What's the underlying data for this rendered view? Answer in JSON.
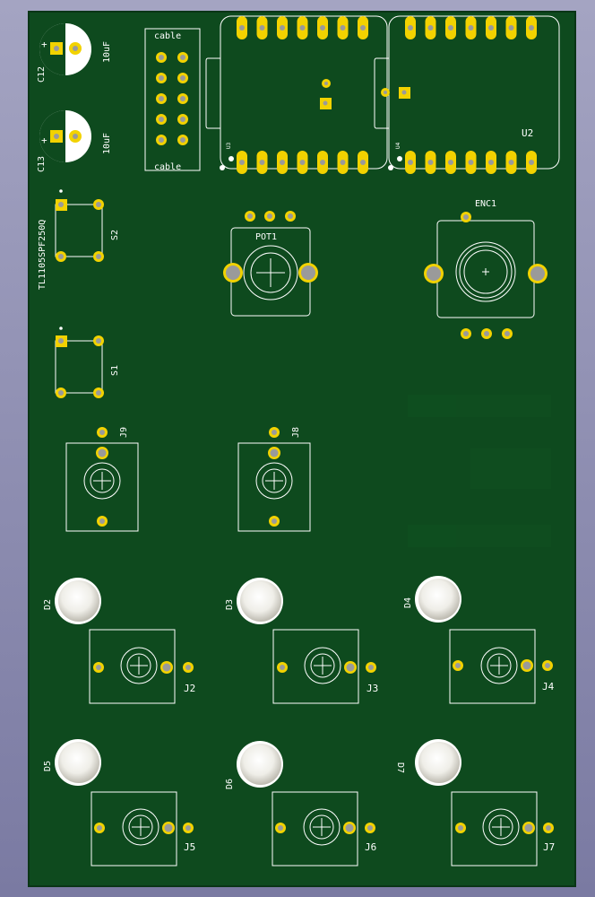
{
  "colors": {
    "board": "#0e4a1e",
    "board_edge": "#0a3516",
    "pad": "#f2d200",
    "drill": "#9a9a9a",
    "silk": "#ffffff"
  },
  "labels": {
    "c12": "C12",
    "c13": "C13",
    "c_value": "10uF",
    "plus": "+",
    "cable_top": "cable",
    "cable_bottom": "cable",
    "u3": "U3",
    "u4": "U4",
    "u2": "U2",
    "switch_part": "TL1105SPF250Q",
    "s2": "S2",
    "s1": "S1",
    "pot1": "POT1",
    "enc1": "ENC1",
    "j9": "J9",
    "j8": "J8",
    "d2": "D2",
    "d3": "D3",
    "d4": "D4",
    "d5": "D5",
    "d6": "D6",
    "d7": "D7",
    "j2": "J2",
    "j3": "J3",
    "j4": "J4",
    "j5": "J5",
    "j6": "J6",
    "j7": "J7"
  }
}
